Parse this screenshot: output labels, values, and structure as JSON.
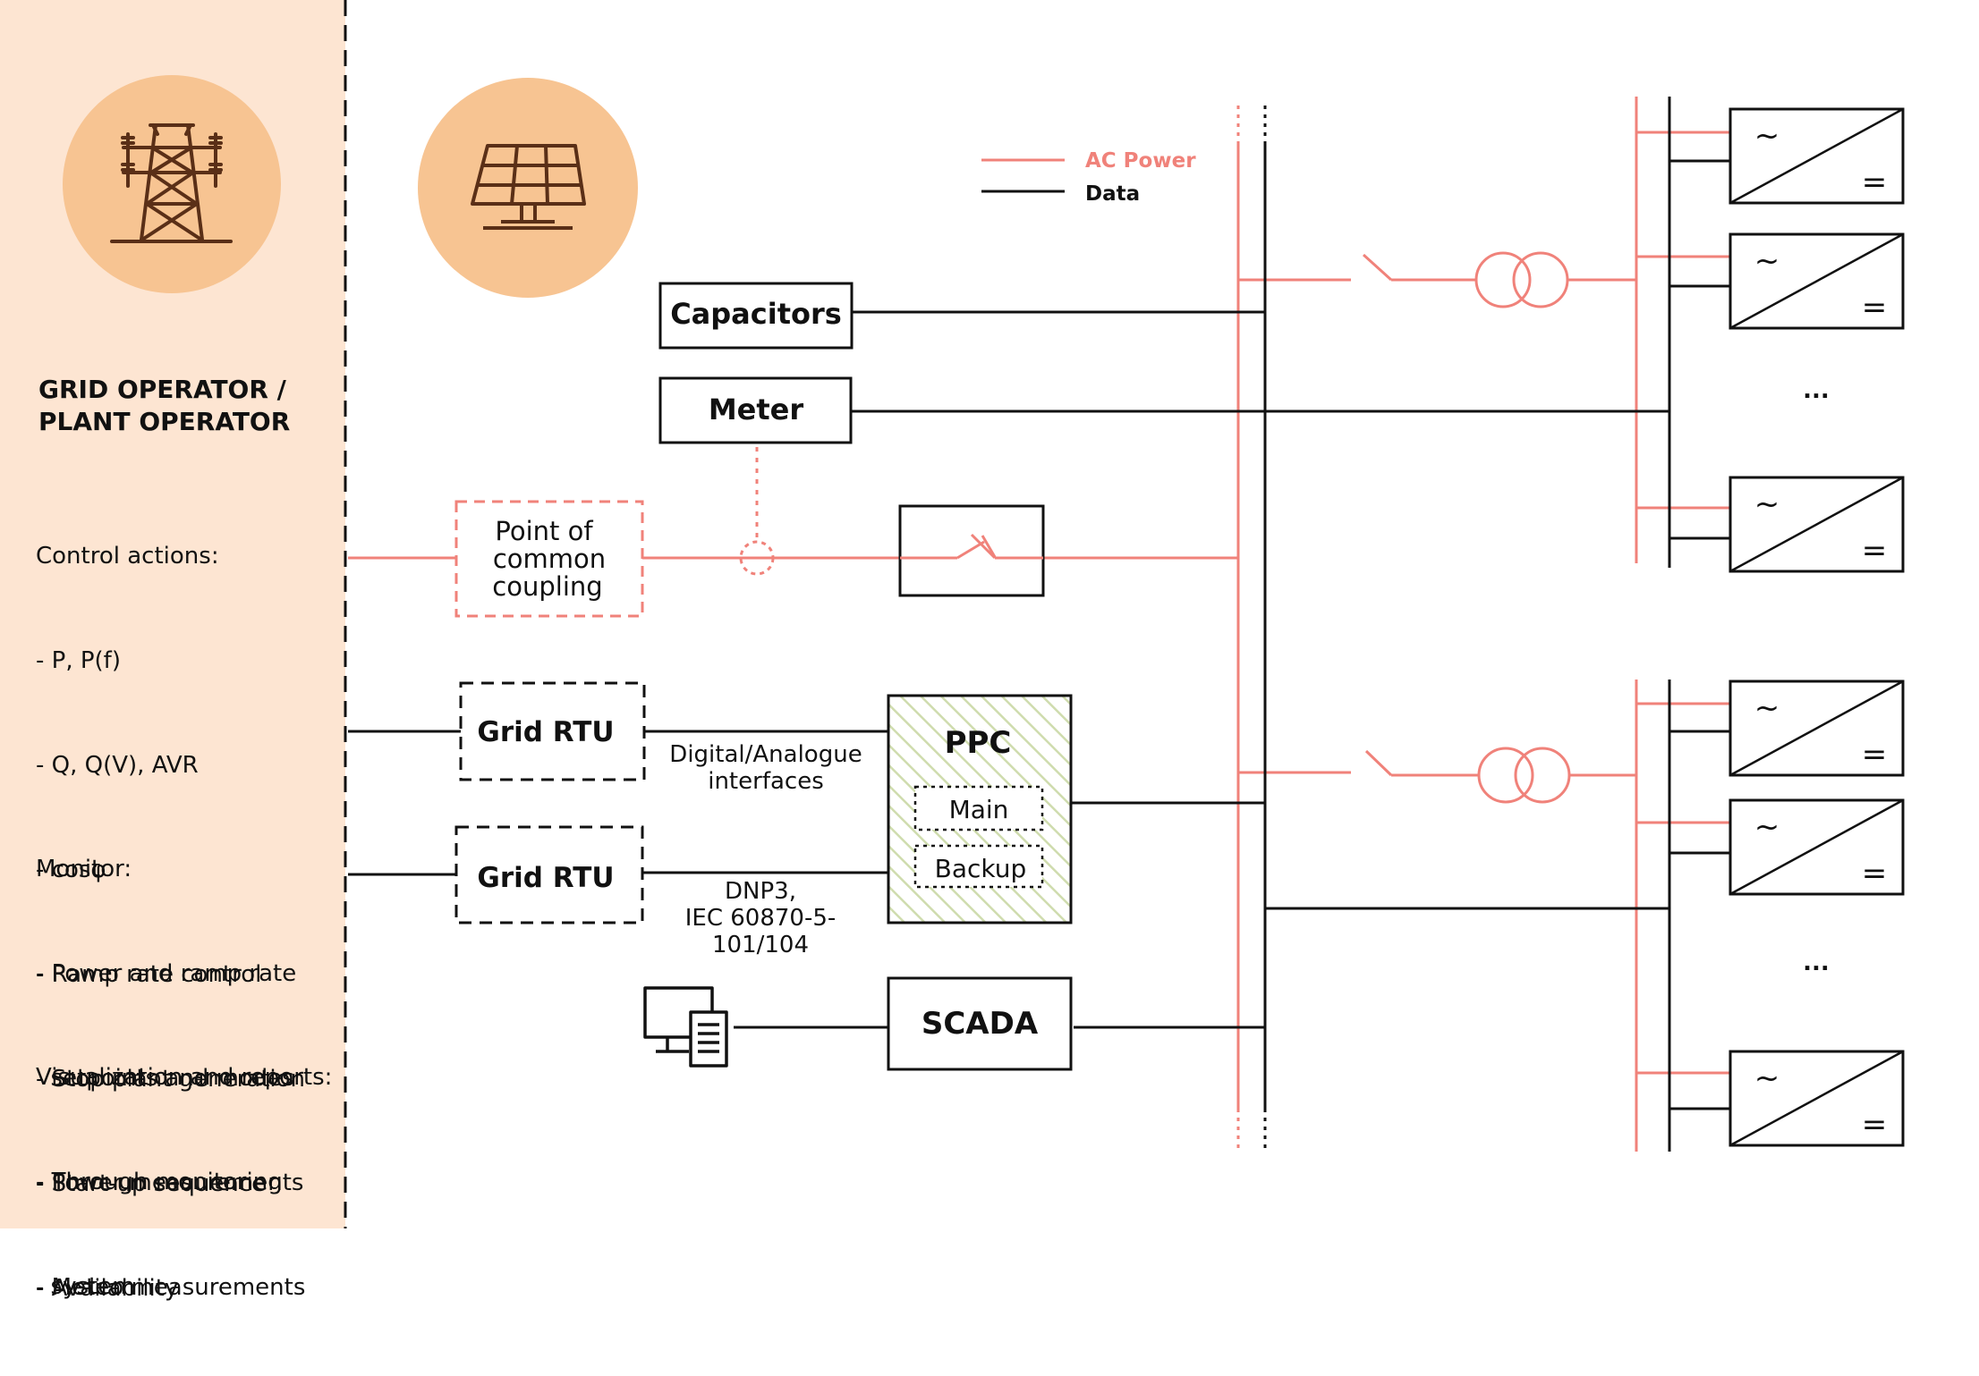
{
  "colors": {
    "sidebar_bg": "#fde5d2",
    "icon_circle": "#f7c492",
    "icon_stroke": "#5a2f17",
    "ac_power": "#f0827a",
    "data": "#111111",
    "ppc_hatch": "#cfdcae"
  },
  "sidebar": {
    "tower_icon": "transmission-tower-icon",
    "title_line1": "GRID OPERATOR /",
    "title_line2": "PLANT OPERATOR",
    "control": {
      "heading": "Control actions:",
      "items": [
        "- P, P(f)",
        "- Q, Q(V), AVR",
        "- cosφ",
        "- Ramp rate control",
        "- Stop plant generation",
        "- Start-up sequence",
        "- Availability"
      ]
    },
    "monitor": {
      "heading": "Monitor:",
      "items": [
        "- Power and ramp rate",
        "  setpoints and modes",
        "- Power measurements",
        "- Meteo measurements"
      ]
    },
    "visualization": {
      "heading": "Visualization and reports:",
      "items": [
        "- Through monitoring",
        "  system"
      ]
    }
  },
  "legend": {
    "ac_power": "AC Power",
    "data": "Data"
  },
  "diagram": {
    "solar_icon": "solar-panel-icon",
    "capacitors": "Capacitors",
    "meter": "Meter",
    "pcc": [
      "Point of",
      "common",
      "coupling"
    ],
    "grid_rtu_1": "Grid RTU",
    "grid_rtu_2": "Grid RTU",
    "interfaces": [
      "Digital/Analogue",
      "interfaces"
    ],
    "protocol": [
      "DNP3,",
      "IEC 60870-5-",
      "101/104"
    ],
    "ppc": {
      "title": "PPC",
      "main": "Main",
      "backup": "Backup"
    },
    "scada": "SCADA",
    "ellipsis_1": "...",
    "ellipsis_2": "...",
    "inverter_ac": "~",
    "inverter_dc": "="
  }
}
